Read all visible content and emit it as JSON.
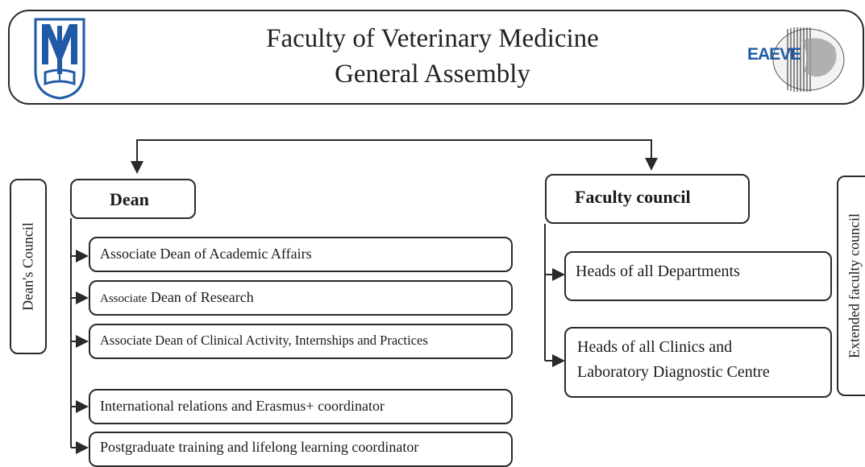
{
  "header": {
    "title_line1": "Faculty of Veterinary Medicine",
    "title_line2": "General Assembly",
    "logo_left_icon": "faculty-seal-icon",
    "logo_right_icon": "eaeve-logo-icon",
    "logo_right_text": "EAEVE"
  },
  "side_left": {
    "label": "Dean's Council"
  },
  "side_right": {
    "label": "Extended faculty council"
  },
  "dean": {
    "label": "Dean",
    "items": [
      {
        "prefix": "",
        "text": "Associate Dean of Academic Affairs"
      },
      {
        "prefix": "Associate",
        "text": " Dean of Research"
      },
      {
        "prefix": "",
        "text": "Associate Dean of Clinical Activity, Internships and Practices"
      },
      {
        "prefix": "",
        "text": "International relations and Erasmus+ coordinator"
      },
      {
        "prefix": "",
        "text": "Postgraduate training and lifelong learning coordinator"
      }
    ]
  },
  "faculty_council": {
    "label": "Faculty council",
    "items": [
      {
        "lines": [
          "Heads of all Departments"
        ]
      },
      {
        "lines": [
          "Heads of all Clinics and",
          "Laboratory Diagnostic Centre"
        ]
      }
    ]
  },
  "colors": {
    "line": "#2a2a2a",
    "logo_blue": "#1f5aa6"
  }
}
